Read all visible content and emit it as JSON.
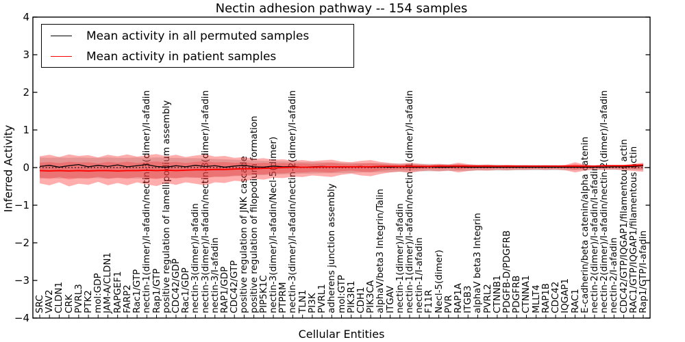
{
  "chart_data": {
    "type": "line",
    "title": "Nectin adhesion pathway -- 154 samples",
    "xlabel": "Cellular Entities",
    "ylabel": "Inferred Activity",
    "ylim": [
      -4,
      4
    ],
    "ytick_values": [
      4,
      3,
      2,
      1,
      0,
      -1,
      -2,
      -3,
      -4
    ],
    "ytick_labels": [
      "4",
      "3",
      "2",
      "1",
      "0",
      "−1",
      "−2",
      "−3",
      "−4"
    ],
    "grid": false,
    "zero_line": "dotted black at y=0",
    "legend_position": "upper left",
    "categories": [
      "SRC",
      "VAV2",
      "CLDN1",
      "CRK",
      "PVRL3",
      "PTK2",
      "mol:GDP",
      "JAM-A/CLDN1",
      "RAPGEF1",
      "FARP2",
      "Rac1/GTP",
      "nectin-1(dimer)/I-afadin/nectin-3(dimer)/I-afadin",
      "Rap1/GTP",
      "positive regulation of lamellipodium assembly",
      "CDC42/GDP",
      "Rac1/GDP",
      "nectin-3(dimer)/I-afadin",
      "nectin-3(dimer)/I-afadin/nectin-3(dimer)/I-afadin",
      "nectin-3/I-afadin",
      "RAP1/GDP",
      "CDC42/GTP",
      "positive regulation of JNK cascade",
      "positive regulation of filopodium formation",
      "PIP5K1C",
      "nectin-3(dimer)/I-afadin/Necl-5(dimer)",
      "PTPRM",
      "nectin-3(dimer)/I-afadin/nectin-2(dimer)/I-afadin",
      "TLN1",
      "PI3K",
      "PVRL1",
      "adherens junction assembly",
      "mol:GTP",
      "PIK3R1",
      "CDH1",
      "PIK3CA",
      "alphaV/beta3 Integrin/Talin",
      "ITGAV",
      "nectin-1(dimer)/I-afadin",
      "nectin-1(dimer)/I-afadin/nectin-1(dimer)/I-afadin",
      "nectin-1/I-afadin",
      "F11R",
      "Necl-5(dimer)",
      "PVR",
      "RAP1A",
      "ITGB3",
      "alphaV beta3 Integrin",
      "PVRL2",
      "CTNNB1",
      "PDGFB-D/PDGFRB",
      "PDGFRB",
      "CTNNA1",
      "MLLT4",
      "RAP1B",
      "CDC42",
      "IQGAP1",
      "RAC1",
      "E-cadherin/beta catenin/alpha catenin",
      "nectin-2(dimer)/I-afadin/I-afadin",
      "nectin-2(dimer)/I-afadin/nectin-2(dimer)/I-afadin",
      "nectin-2/I-afadin",
      "CDC42/GTP/IQGAP1/filamentous actin",
      "RAC1/GTP/IQGAP1/filamentous actin",
      "Rap1/GTP/I-afadin"
    ],
    "series": [
      {
        "name": "Mean activity in all permuted samples",
        "color": "#000000",
        "values": [
          0.03,
          0.06,
          0.01,
          0.05,
          0.08,
          0.02,
          0.06,
          0.03,
          0.07,
          0.02,
          0.05,
          0.08,
          0.03,
          0.01,
          0.05,
          0.02,
          0.06,
          0.03,
          0.05,
          0.01,
          0.04,
          0.06,
          0.02,
          0.01,
          0.04,
          0.02,
          0.03,
          0.01,
          0.02,
          0.03,
          0.02,
          0.01,
          0.02,
          0.03,
          0.01,
          0.02,
          0.01,
          0.02,
          0.01,
          0.01,
          0.02,
          0.01,
          0.01,
          0.02,
          0.01,
          0.01,
          0.01,
          0.01,
          0.01,
          0.01,
          0.01,
          0.01,
          0.01,
          0.01,
          0.01,
          0.01,
          0.01,
          0.01,
          0.01,
          0.02,
          0.02,
          0.03,
          0.05
        ]
      },
      {
        "name": "Mean activity in patient samples",
        "color": "#ff0000",
        "values": [
          -0.08,
          -0.09,
          -0.08,
          -0.09,
          -0.08,
          -0.09,
          -0.08,
          -0.08,
          -0.09,
          -0.08,
          -0.08,
          -0.07,
          -0.08,
          -0.07,
          -0.08,
          -0.07,
          -0.06,
          -0.06,
          -0.05,
          -0.05,
          -0.04,
          -0.03,
          -0.03,
          -0.02,
          -0.01,
          0,
          0.01,
          0.01,
          0.01,
          0.02,
          0.02,
          0.02,
          0.02,
          0.02,
          0.02,
          0.03,
          0.03,
          0.03,
          0.03,
          0.03,
          0.03,
          0.04,
          0.04,
          0.04,
          0.04,
          0.04,
          0.04,
          0.04,
          0.04,
          0.04,
          0.04,
          0.04,
          0.04,
          0.04,
          0.04,
          0.04,
          0.04,
          0.04,
          0.05,
          0.05,
          0.05,
          0.06,
          0.07
        ]
      }
    ],
    "bands": [
      {
        "name": "patient samples spread",
        "color": "#ff0000",
        "opacity": 0.32,
        "upper": [
          0.3,
          0.34,
          0.28,
          0.35,
          0.31,
          0.33,
          0.27,
          0.34,
          0.3,
          0.35,
          0.29,
          0.33,
          0.36,
          0.3,
          0.34,
          0.28,
          0.32,
          0.35,
          0.29,
          0.31,
          0.26,
          0.28,
          0.23,
          0.25,
          0.21,
          0.22,
          0.18,
          0.2,
          0.17,
          0.19,
          0.21,
          0.16,
          0.14,
          0.18,
          0.2,
          0.15,
          0.12,
          0.1,
          0.13,
          0.1,
          0.08,
          0.1,
          0.08,
          0.13,
          0.09,
          0.07,
          0.08,
          0.06,
          0.07,
          0.06,
          0.06,
          0.05,
          0.06,
          0.05,
          0.07,
          0.14,
          0.08,
          0.05,
          0.06,
          0.05,
          0.07,
          0.1,
          0.13
        ],
        "lower": [
          -0.42,
          -0.47,
          -0.39,
          -0.5,
          -0.43,
          -0.46,
          -0.38,
          -0.47,
          -0.41,
          -0.47,
          -0.39,
          -0.45,
          -0.49,
          -0.41,
          -0.46,
          -0.39,
          -0.43,
          -0.47,
          -0.39,
          -0.41,
          -0.35,
          -0.37,
          -0.3,
          -0.32,
          -0.27,
          -0.28,
          -0.24,
          -0.25,
          -0.21,
          -0.23,
          -0.25,
          -0.19,
          -0.16,
          -0.21,
          -0.23,
          -0.17,
          -0.13,
          -0.11,
          -0.14,
          -0.1,
          -0.08,
          -0.1,
          -0.08,
          -0.13,
          -0.09,
          -0.07,
          -0.08,
          -0.06,
          -0.07,
          -0.06,
          -0.06,
          -0.05,
          -0.06,
          -0.05,
          -0.07,
          -0.13,
          -0.08,
          -0.05,
          -0.06,
          -0.05,
          -0.07,
          -0.09,
          -0.11
        ]
      },
      {
        "name": "permuted samples spread",
        "color": "#b0b0b0",
        "opacity": 0.45,
        "upper": [
          0.27,
          0.26,
          0.27,
          0.26,
          0.27,
          0.26,
          0.26,
          0.27,
          0.26,
          0.26,
          0.27,
          0.26,
          0.27,
          0.26,
          0.26,
          0.25,
          0.25,
          0.24,
          0.23,
          0.22,
          0.21,
          0.2,
          0.19,
          0.18,
          0.17,
          0.17,
          0.16,
          0.15,
          0.15,
          0.14,
          0.14,
          0.13,
          0.13,
          0.12,
          0.12,
          0.12,
          0.11,
          0.11,
          0.1,
          0.1,
          0.1,
          0.09,
          0.09,
          0.09,
          0.08,
          0.08,
          0.08,
          0.08,
          0.07,
          0.07,
          0.07,
          0.07,
          0.07,
          0.07,
          0.06,
          0.06,
          0.06,
          0.06,
          0.06,
          0.06,
          0.06,
          0.06,
          0.07
        ],
        "lower": [
          -0.29,
          -0.28,
          -0.29,
          -0.28,
          -0.29,
          -0.28,
          -0.28,
          -0.29,
          -0.28,
          -0.28,
          -0.29,
          -0.28,
          -0.29,
          -0.28,
          -0.28,
          -0.27,
          -0.27,
          -0.26,
          -0.25,
          -0.24,
          -0.23,
          -0.22,
          -0.21,
          -0.2,
          -0.19,
          -0.18,
          -0.17,
          -0.16,
          -0.16,
          -0.15,
          -0.15,
          -0.14,
          -0.14,
          -0.13,
          -0.13,
          -0.12,
          -0.12,
          -0.11,
          -0.11,
          -0.1,
          -0.1,
          -0.1,
          -0.09,
          -0.09,
          -0.09,
          -0.08,
          -0.08,
          -0.08,
          -0.08,
          -0.07,
          -0.07,
          -0.07,
          -0.07,
          -0.07,
          -0.07,
          -0.07,
          -0.06,
          -0.06,
          -0.06,
          -0.06,
          -0.06,
          -0.06,
          -0.07
        ]
      }
    ]
  }
}
